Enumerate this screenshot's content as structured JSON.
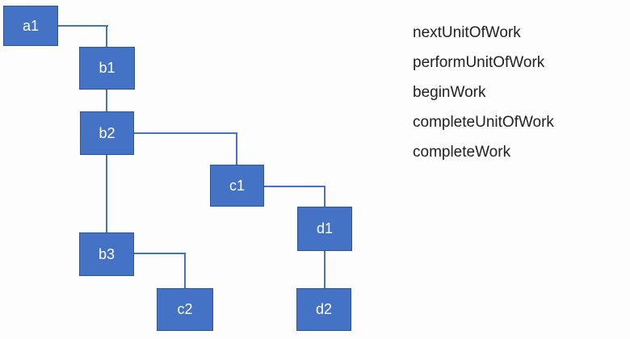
{
  "diagram": {
    "type": "tree",
    "nodes": [
      {
        "id": "a1",
        "label": "a1"
      },
      {
        "id": "b1",
        "label": "b1"
      },
      {
        "id": "b2",
        "label": "b2"
      },
      {
        "id": "b3",
        "label": "b3"
      },
      {
        "id": "c1",
        "label": "c1"
      },
      {
        "id": "c2",
        "label": "c2"
      },
      {
        "id": "d1",
        "label": "d1"
      },
      {
        "id": "d2",
        "label": "d2"
      }
    ],
    "edges": [
      {
        "from": "a1",
        "to": "b1"
      },
      {
        "from": "b1",
        "to": "b2"
      },
      {
        "from": "b2",
        "to": "c1"
      },
      {
        "from": "b2",
        "to": "b3"
      },
      {
        "from": "b3",
        "to": "c2"
      },
      {
        "from": "c1",
        "to": "d1"
      },
      {
        "from": "d1",
        "to": "d2"
      }
    ],
    "colors": {
      "node_fill": "#4472C4",
      "node_border": "#2F5597",
      "connector": "#4472C4",
      "node_label_text": "#FFFFFF",
      "list_text": "#212121",
      "background": "#FDFDFD"
    }
  },
  "legend": {
    "items": [
      "nextUnitOfWork",
      "performUnitOfWork",
      "beginWork",
      "completeUnitOfWork",
      "completeWork"
    ]
  }
}
